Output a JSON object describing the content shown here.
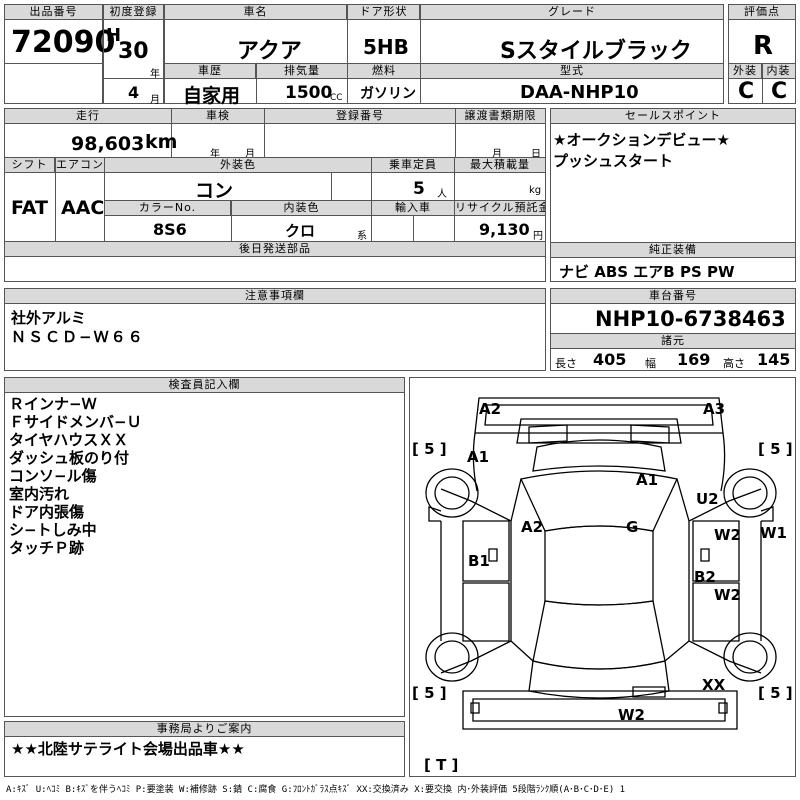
{
  "header": {
    "lot_label": "出品番号",
    "lot_number": "72090",
    "first_reg_label": "初度登録",
    "era": "H",
    "year": "30",
    "year_unit": "年",
    "month": "4",
    "month_unit": "月",
    "car_name_label": "車名",
    "car_name": "アクア",
    "doors_label": "ドア形状",
    "doors": "5HB",
    "grade_label": "グレード",
    "grade": "Sスタイルブラック",
    "score_label": "評価点",
    "score": "R",
    "history_label": "車歴",
    "history": "自家用",
    "displacement_label": "排気量",
    "displacement": "1500",
    "displacement_unit": "CC",
    "fuel_label": "燃料",
    "fuel": "ガソリン",
    "model_label": "型式",
    "model": "DAA-NHP10",
    "exterior_label": "外装",
    "exterior_grade": "C",
    "interior_label": "内装",
    "interior_grade": "C"
  },
  "row2": {
    "mileage_label": "走行",
    "mileage": "98,603",
    "mileage_unit": "km",
    "inspection_label": "車検",
    "inspection_year_unit": "年",
    "inspection_month_unit": "月",
    "registration_label": "登録番号",
    "transfer_label": "譲渡書類期限",
    "transfer_month_unit": "月",
    "transfer_day_unit": "日",
    "shift_label": "シフト",
    "shift": "FAT",
    "ac_label": "エアコン",
    "ac": "AAC",
    "ext_color_label": "外装色",
    "ext_color": "コン",
    "capacity_label": "乗車定員",
    "capacity": "5",
    "capacity_unit": "人",
    "max_load_label": "最大積載量",
    "max_load_unit": "kg",
    "color_no_label": "カラーNo.",
    "color_no": "8S6",
    "int_color_label": "内装色",
    "int_color": "クロ",
    "int_color_unit": "系",
    "import_label": "輸入車",
    "recycle_label": "リサイクル預託金",
    "recycle": "9,130",
    "recycle_unit": "円",
    "later_parts_label": "後日発送部品"
  },
  "sales_points": {
    "label": "セールスポイント",
    "lines": [
      "★オークションデビュー★",
      "プッシュスタート"
    ]
  },
  "equipment": {
    "label": "純正装備",
    "value": "ナビ ABS エアB PS PW"
  },
  "notes": {
    "label": "注意事項欄",
    "lines": [
      "社外アルミ",
      "ＮＳＣＤ−Ｗ６６"
    ]
  },
  "chassis": {
    "label": "車台番号",
    "value": "NHP10-6738463",
    "spec_label": "諸元",
    "length_label": "長さ",
    "length": "405",
    "width_label": "幅",
    "width": "169",
    "height_label": "高さ",
    "height": "145"
  },
  "inspector": {
    "label": "検査員記入欄",
    "lines": [
      "Ｒインナ−Ｗ",
      "Ｆサイドメンバ−Ｕ",
      "タイヤハウスＸＸ",
      "ダッシュ板のり付",
      "コンソ−ル傷",
      "室内汚れ",
      "ドア内張傷",
      "シ−トしみ中",
      "タッチＰ跡"
    ]
  },
  "office": {
    "label": "事務局よりご案内",
    "text": "★★北陸サテライト会場出品車★★"
  },
  "diagram": {
    "marks": {
      "front_left": "A2",
      "front_right": "A3",
      "fender_left": "A1",
      "hood": "A1",
      "right_upper": "U2",
      "pillar_left": "A2",
      "roof": "G",
      "door_right_front": "W2",
      "side_right": "W1",
      "door_left": "B1",
      "door_right_rear_b": "B2",
      "door_right_rear_w": "W2",
      "rear_right": "XX",
      "rear_bumper": "W2"
    },
    "tire_tl": "[ 5 ]",
    "tire_tr": "[ 5 ]",
    "tire_bl": "[ 5 ]",
    "tire_br": "[ 5 ]",
    "trunk": "[ T ]"
  },
  "legend": "A:ｷｽﾞ U:ﾍｺﾐ B:ｷｽﾞを伴うﾍｺﾐ P:要塗装 W:補修跡 S:錆 C:腐食 G:ﾌﾛﾝﾄｶﾞﾗｽ点ｷｽﾞ XX:交換済み X:要交換 内･外装評価 5段階ﾗﾝｸ順(A･B･C･D･E) 1"
}
